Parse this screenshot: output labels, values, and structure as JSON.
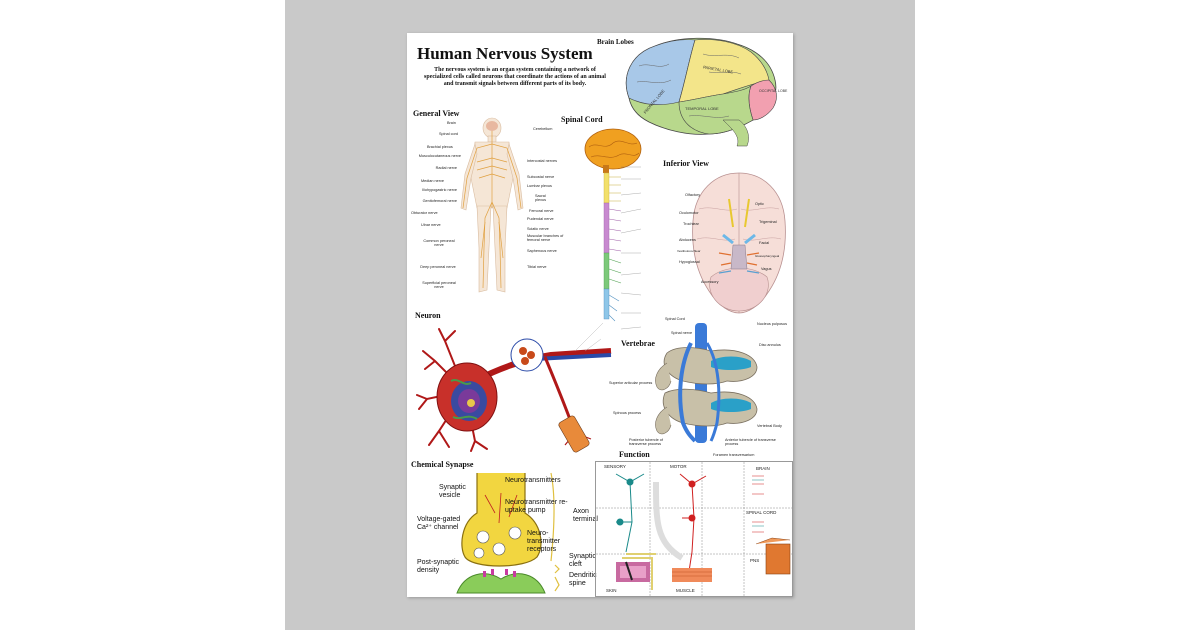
{
  "poster": {
    "title": "Human Nervous System",
    "intro": "The nervous system is an organ system containing a network of specialized cells called neurons that coordinate the actions of an animal and transmit signals between different parts of its body.",
    "sections": {
      "brain_lobes": "Brain Lobes",
      "general_view": "General View",
      "spinal_cord": "Spinal Cord",
      "inferior_view": "Inferior View",
      "neuron": "Neuron",
      "vertebrae": "Vertebrae",
      "chemical_synapse": "Chemical Synapse",
      "function": "Function"
    },
    "lobes": [
      "FRONTAL LOBE",
      "PARIETAL LOBE",
      "OCCIPITAL LOBE",
      "TEMPORAL LOBE"
    ],
    "general_view_left": [
      "Brain",
      "Spinal cord",
      "Brachial plexus",
      "Musculocutaneous nerve",
      "Radial nerve",
      "Median nerve",
      "Iliohypogastric nerve",
      "Genitofemoral nerve",
      "Obturator nerve",
      "Ulnar nerve",
      "Common peroneal nerve",
      "Deep peroneal nerve",
      "Superficial peroneal nerve"
    ],
    "general_view_right": [
      "Cerebellum",
      "Intercostal nerves",
      "Subcostal nerve",
      "Lumbar plexus",
      "Sacral plexus",
      "Femoral nerve",
      "Pudendal nerve",
      "Sciatic nerve",
      "Muscular branches of femoral nerve",
      "Saphenous nerve",
      "Tibial nerve"
    ],
    "inferior_view": [
      "Olfactory",
      "Optic",
      "Oculomotor",
      "Trochlear",
      "Trigeminal",
      "Abducens",
      "Facial",
      "Vestibulocochlear",
      "Hypoglossal",
      "Glossopharyngeal",
      "Vagus",
      "Accessory"
    ],
    "vertebrae": [
      "Spinal Cord",
      "Nucleus pulposus",
      "Spinal nerve",
      "Disc annulus",
      "Superior articular process",
      "Spinous process",
      "Vertebral Body",
      "Posterior tubercle of transverse process",
      "Anterior tubercle of transverse process",
      "Foramen transversarium"
    ],
    "synapse": {
      "neurotransmitters": "Neurotransmitters",
      "synaptic_vesicle": "Synaptic vesicle",
      "reuptake_pump": "Neurotransmitter re-uptake pump",
      "axon_terminal": "Axon terminal",
      "calcium_channel": "Voltage-gated Ca²⁺ channel",
      "receptors": "Neuro-transmitter receptors",
      "post_synaptic": "Post-synaptic density",
      "synaptic_cleft": "Synaptic cleft",
      "dendritic_spine": "Dendritic spine"
    },
    "function": [
      "SENSORY",
      "MOTOR",
      "BRAIN",
      "SPINAL CORD",
      "PNS",
      "SKIN",
      "MUSCLE"
    ]
  },
  "colors": {
    "wall": "#c9c9c9",
    "frontal": "#a8c8e8",
    "parietal": "#f3e58a",
    "occipital": "#f2a0b0",
    "temporal": "#b8d88c",
    "spine_yellow": "#f2e06a",
    "spine_purple": "#c88ad0",
    "spine_green": "#7cc97a",
    "spine_blue": "#8ec6e8"
  }
}
